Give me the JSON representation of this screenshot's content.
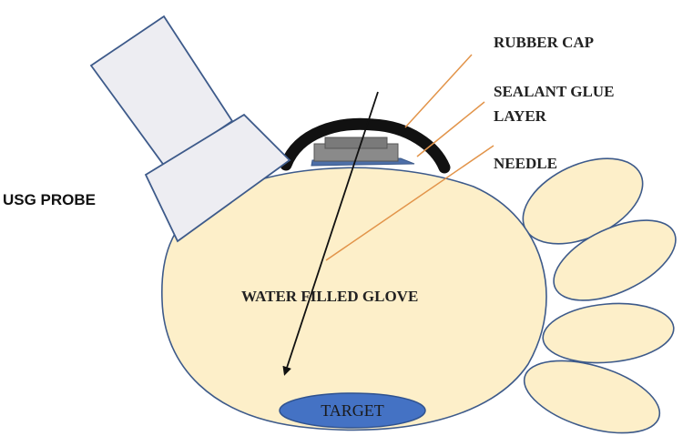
{
  "labels": {
    "usg_probe": "USG PROBE",
    "rubber_cap": "RUBBER CAP",
    "sealant_line1": "SEALANT GLUE",
    "sealant_line2": "LAYER",
    "needle": "NEEDLE",
    "glove": "WATER FILLED GLOVE",
    "target": "TARGET"
  },
  "colors": {
    "glove_fill": "#fdefc9",
    "outline": "#3d5a8a",
    "probe_fill": "#ededf2",
    "cap": "#111111",
    "glue_layer": "#4d6fa8",
    "septum": "#8a8a8a",
    "leader_lines": "#e2944a",
    "target_fill": "#4472c4"
  }
}
